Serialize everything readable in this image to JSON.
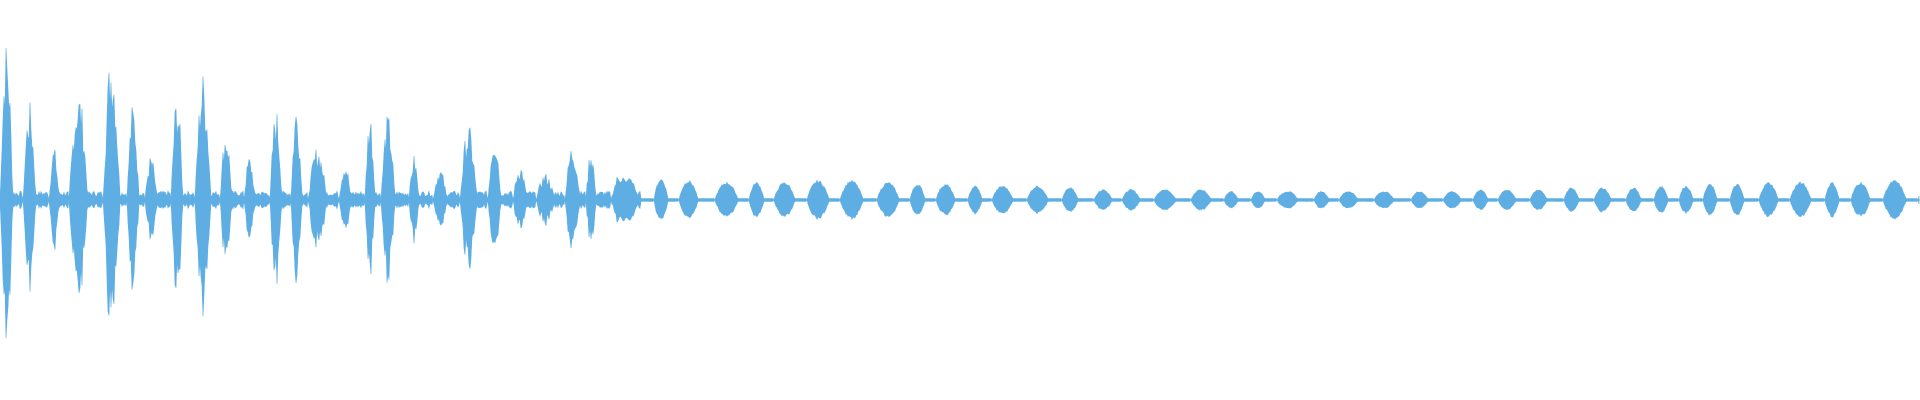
{
  "waveform": {
    "color": "#5faee3",
    "background": "#ffffff",
    "description_style": "audio-waveform",
    "envelope_peaks": [
      0.9,
      0.55,
      0.3,
      0.62,
      0.85,
      0.55,
      0.25,
      0.6,
      0.72,
      0.4,
      0.25,
      0.52,
      0.55,
      0.3,
      0.22,
      0.5,
      0.48,
      0.25,
      0.18,
      0.42,
      0.4,
      0.2,
      0.15,
      0.32,
      0.3,
      0.16,
      0.12,
      0.22,
      0.22,
      0.14,
      0.12,
      0.18,
      0.2,
      0.14,
      0.12,
      0.16,
      0.18,
      0.14,
      0.12,
      0.15
    ],
    "pulse_profile": [
      0.12,
      0.11,
      0.1,
      0.1,
      0.11,
      0.1,
      0.09,
      0.08,
      0.08,
      0.07,
      0.06,
      0.06,
      0.06,
      0.05,
      0.05,
      0.05,
      0.05,
      0.05,
      0.06,
      0.06,
      0.07,
      0.07,
      0.08,
      0.09,
      0.1,
      0.1,
      0.1,
      0.11
    ]
  }
}
